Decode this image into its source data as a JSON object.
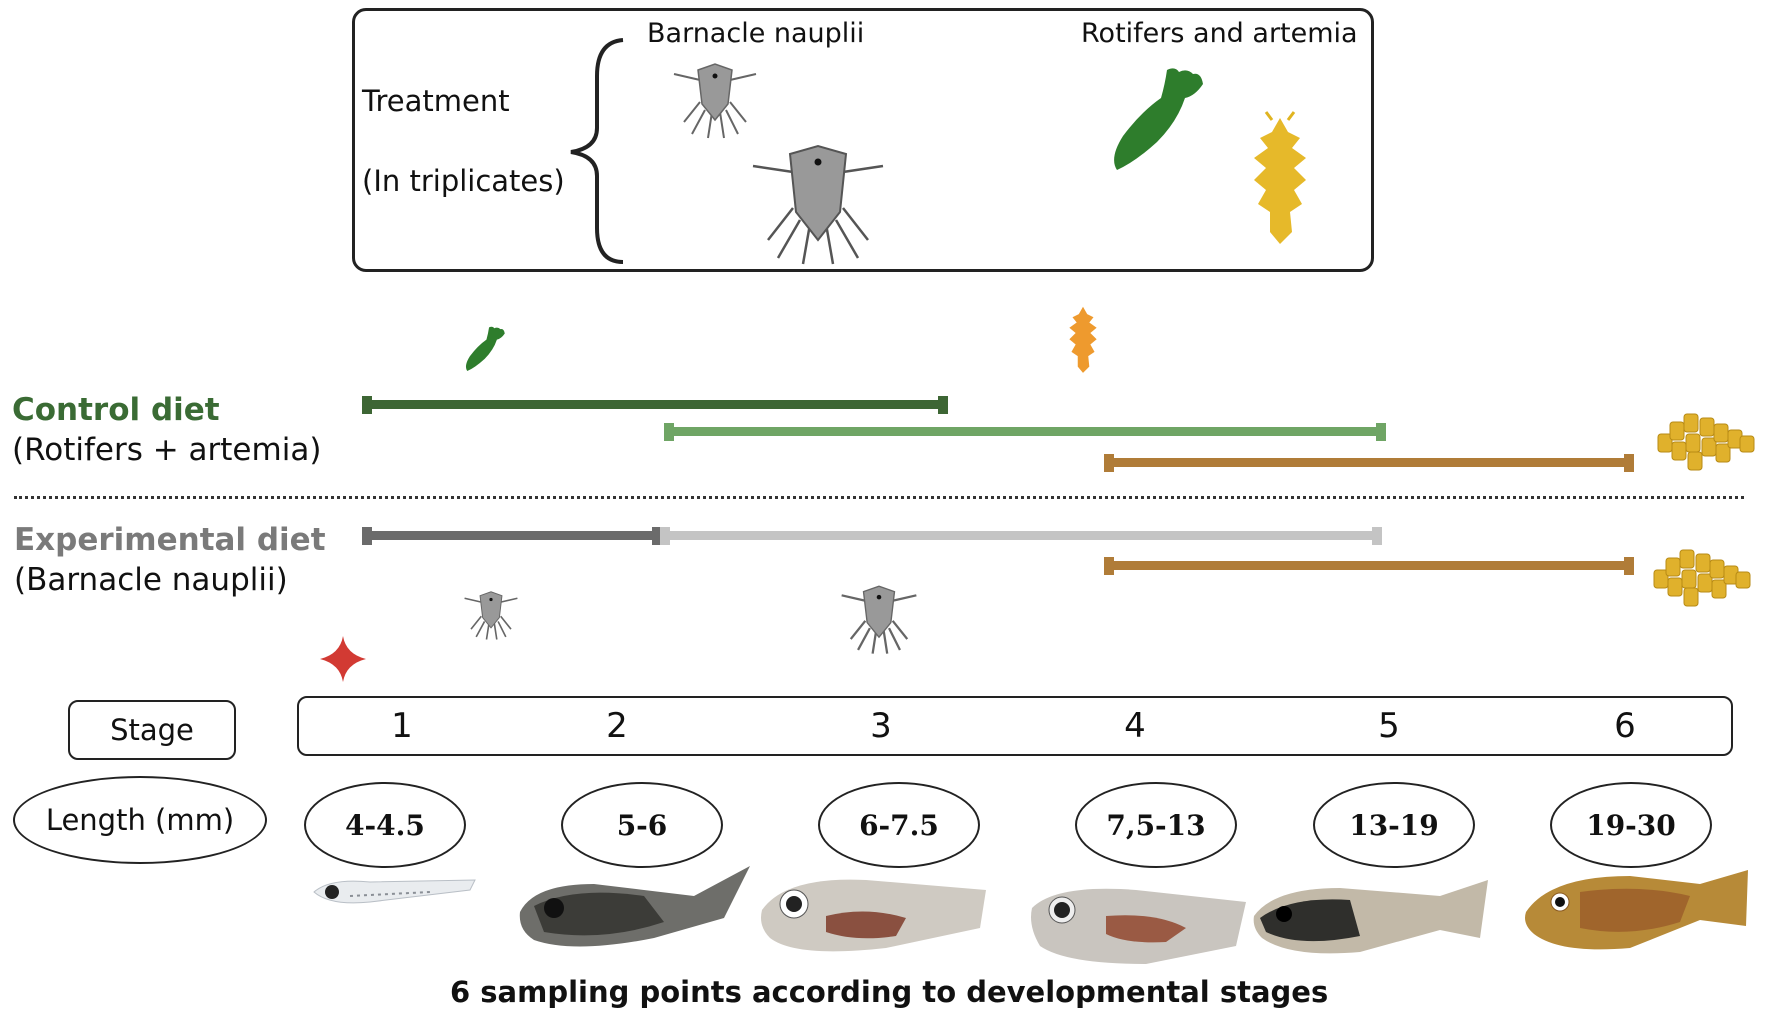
{
  "treatment": {
    "label": "Treatment",
    "sublabel": "(In triplicates)",
    "barnacle_heading": "Barnacle nauplii",
    "rotifers_heading": "Rotifers and artemia"
  },
  "control": {
    "title": "Control diet",
    "subtitle": "(Rotifers + artemia)",
    "color": "#3a6b34"
  },
  "experimental": {
    "title": "Experimental diet",
    "subtitle": "(Barnacle nauplii)",
    "color": "#7a7a7a"
  },
  "stage_label": "Stage",
  "stages": [
    "1",
    "2",
    "3",
    "4",
    "5",
    "6"
  ],
  "length_label": "Length (mm)",
  "lengths": [
    "4-4.5",
    "5-6",
    "6-7.5",
    "7,5-13",
    "13-19",
    "19-30"
  ],
  "footer": "6 sampling points according to developmental stages",
  "colors": {
    "rotifer_bar": "#3d6634",
    "artemia_bar": "#6fa565",
    "dry_feed_bar": "#b07c38",
    "barnacle_bar_early": "#6b6b6b",
    "barnacle_bar_late": "#c4c4c4",
    "marker_star": "#d23a33"
  },
  "icons": {
    "rotifer": "rotifer-icon",
    "artemia": "artemia-icon",
    "nauplius": "barnacle-nauplius-icon",
    "pellets": "dry-feed-pellets-icon",
    "star": "sampling-star-icon"
  }
}
